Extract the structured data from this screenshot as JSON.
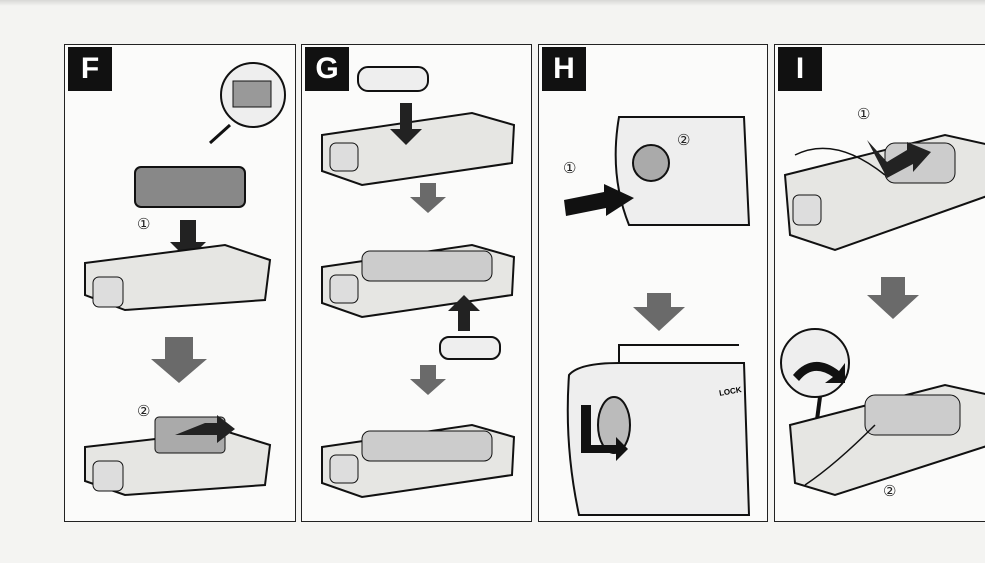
{
  "panels": [
    {
      "label": "F",
      "steps": [
        "①",
        "②"
      ]
    },
    {
      "label": "G"
    },
    {
      "label": "H",
      "steps": [
        "①",
        "②"
      ],
      "lock_text": "LOCK"
    },
    {
      "label": "I",
      "steps": [
        "①",
        "②"
      ]
    }
  ],
  "colors": {
    "arrow": "#6a6a6a",
    "ink": "#111111",
    "grip": "#d9d9d6"
  }
}
